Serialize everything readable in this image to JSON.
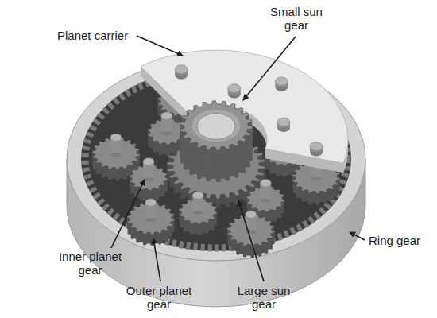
{
  "diagram": {
    "labels": [
      "Planet carrier",
      "Small sun gear",
      "Inner planet gear",
      "Outer planet gear",
      "Large sun gear",
      "Ring gear"
    ]
  }
}
